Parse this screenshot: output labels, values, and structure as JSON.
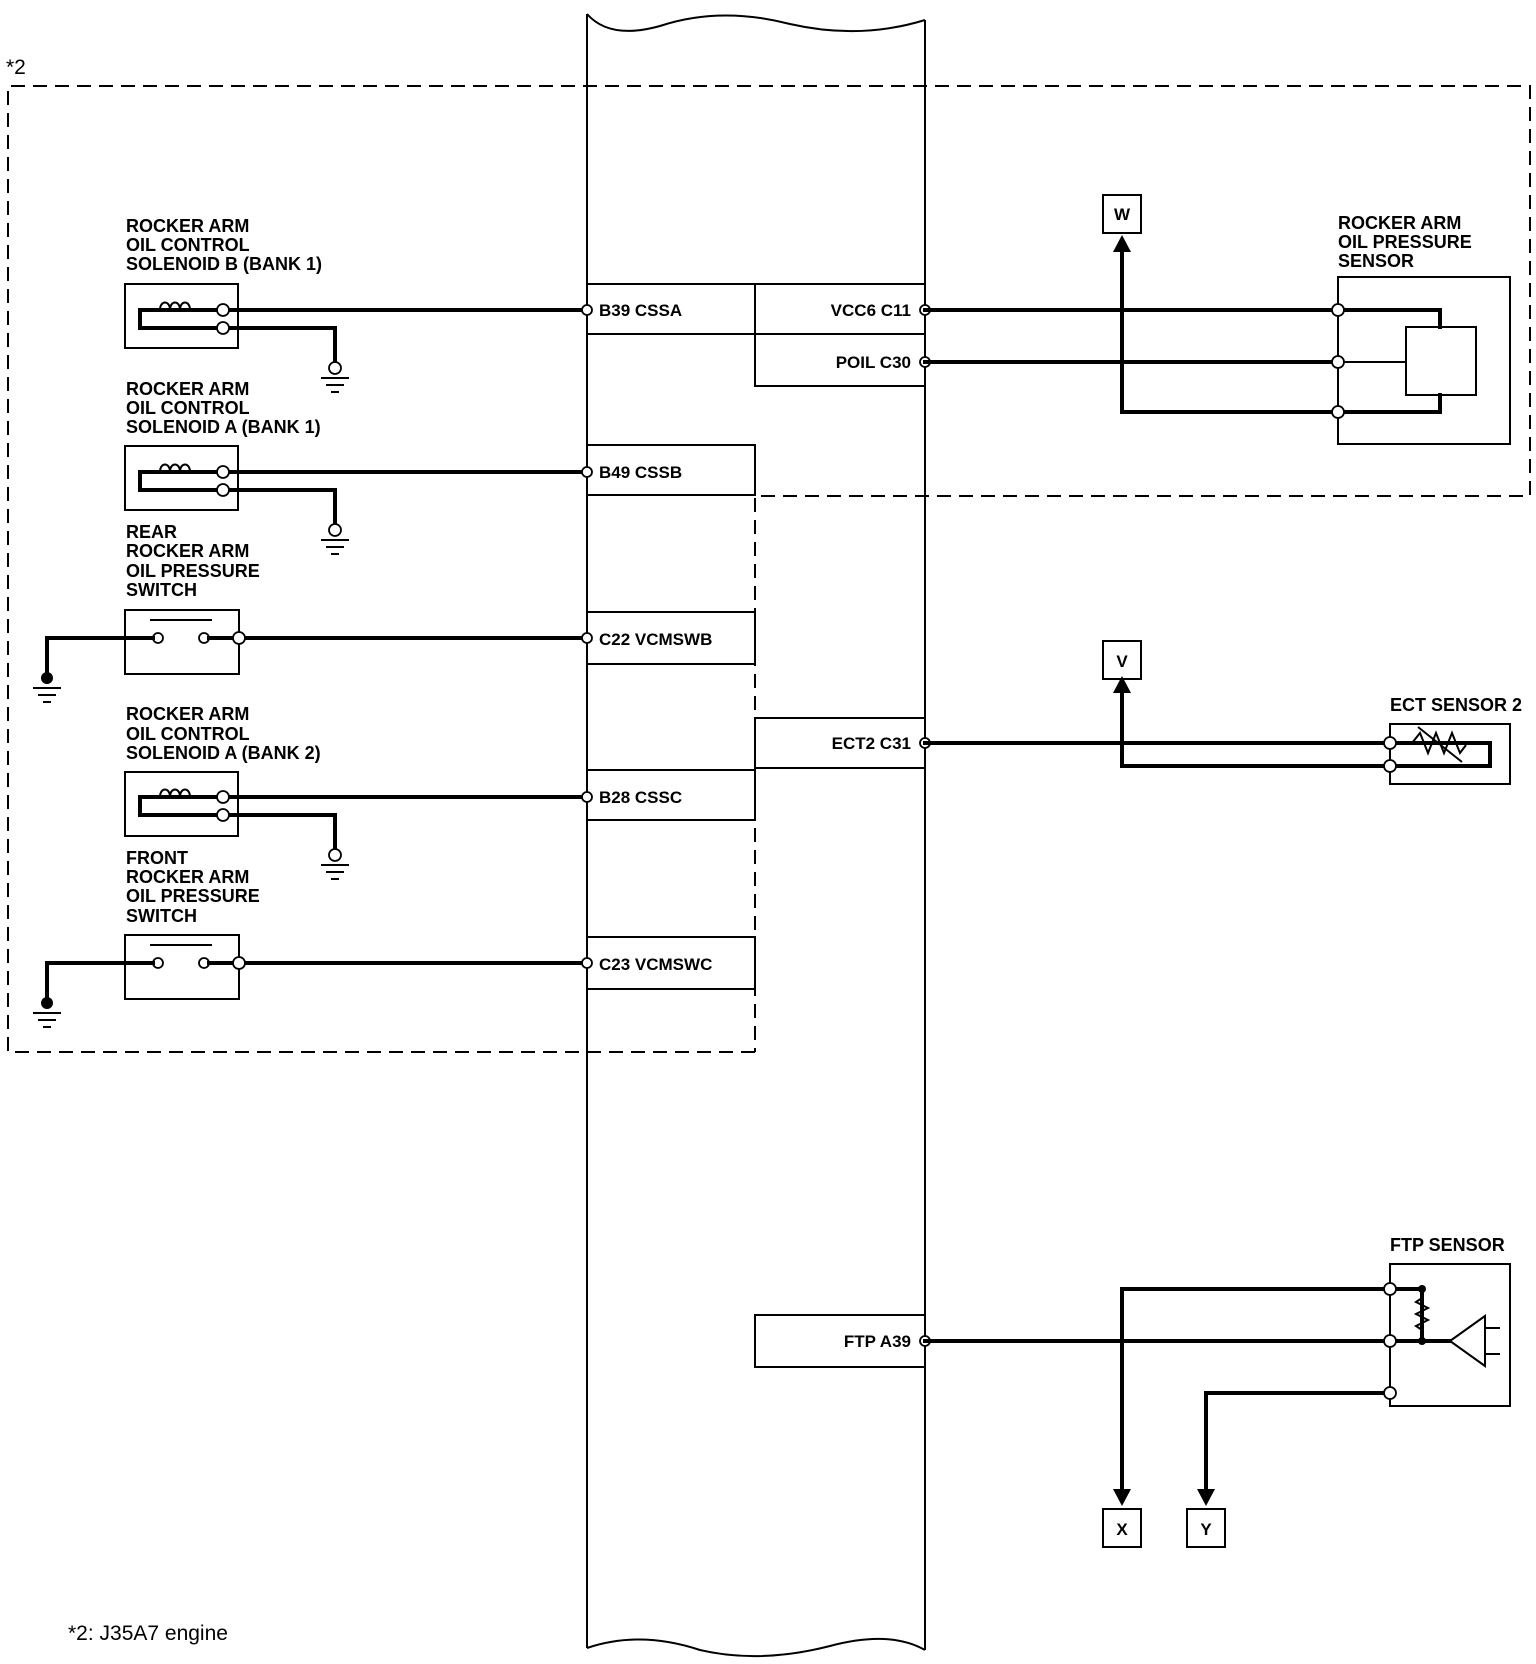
{
  "note": {
    "marker": "*2",
    "footnote": "*2: J35A7 engine"
  },
  "ecm_pins": {
    "b39": "B39 CSSA",
    "b49": "B49 CSSB",
    "c22": "C22 VCMSWB",
    "b28": "B28 CSSC",
    "c23": "C23 VCMSWC",
    "c11": "VCC6 C11",
    "c30": "POIL C30",
    "c31": "ECT2 C31",
    "a39": "FTP A39"
  },
  "components": {
    "sol_b_bank1": [
      "ROCKER ARM",
      "OIL CONTROL",
      "SOLENOID B (BANK 1)"
    ],
    "sol_a_bank1": [
      "ROCKER ARM",
      "OIL CONTROL",
      "SOLENOID A (BANK 1)"
    ],
    "rear_switch": [
      "REAR",
      "ROCKER ARM",
      "OIL PRESSURE",
      "SWITCH"
    ],
    "sol_a_bank2": [
      "ROCKER ARM",
      "OIL CONTROL",
      "SOLENOID A (BANK 2)"
    ],
    "front_switch": [
      "FRONT",
      "ROCKER ARM",
      "OIL PRESSURE",
      "SWITCH"
    ],
    "oil_pressure_sensor": [
      "ROCKER ARM",
      "OIL PRESSURE",
      "SENSOR"
    ],
    "ect_sensor": "ECT SENSOR 2",
    "ftp_sensor": "FTP SENSOR"
  },
  "connectors": {
    "w": "W",
    "v": "V",
    "x": "X",
    "y": "Y"
  }
}
